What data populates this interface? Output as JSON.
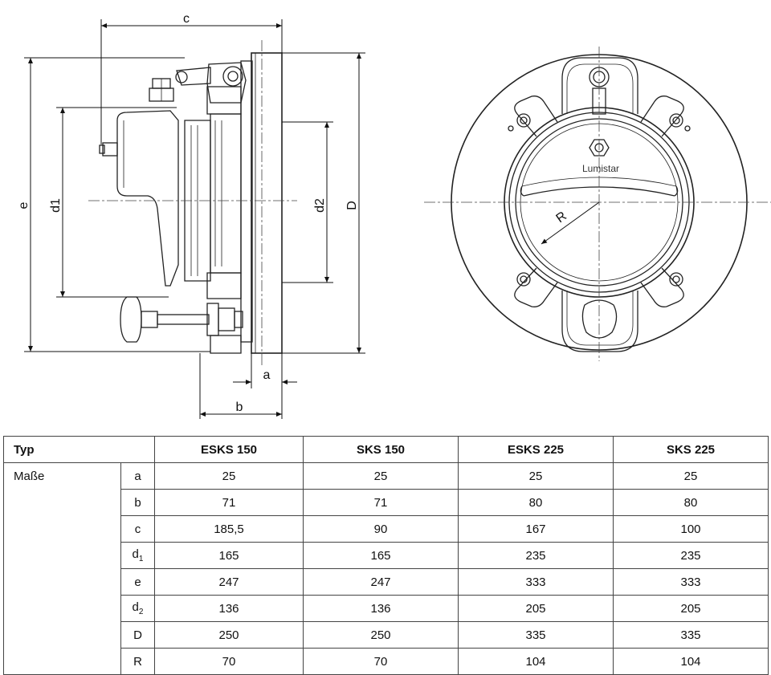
{
  "drawing": {
    "dimension_labels": {
      "c": "c",
      "e": "e",
      "d1": "d1",
      "d2": "d2",
      "D": "D",
      "a": "a",
      "b": "b",
      "R": "R"
    },
    "logo_text": "Lumistar"
  },
  "table": {
    "header_label": "Typ",
    "columns": [
      "ESKS 150",
      "SKS 150",
      "ESKS 225",
      "SKS 225"
    ],
    "group_label": "Maße",
    "rows": [
      {
        "symbol": "a",
        "sub": "",
        "values": [
          "25",
          "25",
          "25",
          "25"
        ]
      },
      {
        "symbol": "b",
        "sub": "",
        "values": [
          "71",
          "71",
          "80",
          "80"
        ]
      },
      {
        "symbol": "c",
        "sub": "",
        "values": [
          "185,5",
          "90",
          "167",
          "100"
        ]
      },
      {
        "symbol": "d",
        "sub": "1",
        "values": [
          "165",
          "165",
          "235",
          "235"
        ]
      },
      {
        "symbol": "e",
        "sub": "",
        "values": [
          "247",
          "247",
          "333",
          "333"
        ]
      },
      {
        "symbol": "d",
        "sub": "2",
        "values": [
          "136",
          "136",
          "205",
          "205"
        ]
      },
      {
        "symbol": "D",
        "sub": "",
        "values": [
          "250",
          "250",
          "335",
          "335"
        ]
      },
      {
        "symbol": "R",
        "sub": "",
        "values": [
          "70",
          "70",
          "104",
          "104"
        ]
      }
    ]
  }
}
